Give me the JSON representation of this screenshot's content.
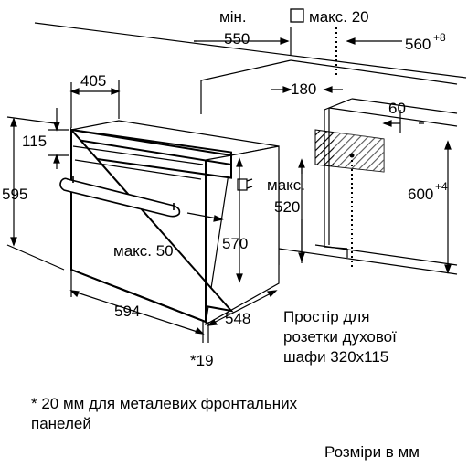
{
  "labels": {
    "min": "мін.",
    "d550": "550",
    "max20": "макс. 20",
    "d560": "560",
    "d560_sup": "+8",
    "d405": "405",
    "d180": "180",
    "d60": "60",
    "d115": "115",
    "d595": "595",
    "d600": "600",
    "d600_sup": "+4",
    "max_short": "макс.",
    "d520": "520",
    "d570": "570",
    "max50": "макс. 50",
    "d594": "594",
    "d548": "548",
    "d19": "*19",
    "socket_line1": "Простір для",
    "socket_line2": "розетки духової",
    "socket_line3": "шафи 320x115"
  },
  "footnote": {
    "line1": "* 20 мм для металевих фронтальних",
    "line2": "панелей"
  },
  "units": "Розміри в мм"
}
